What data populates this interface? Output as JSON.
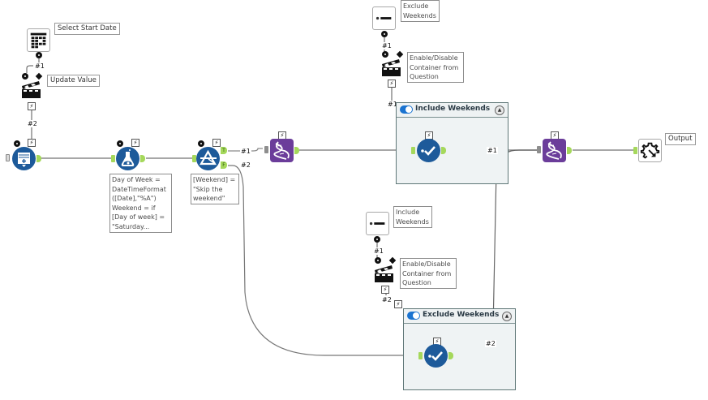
{
  "canvas": {
    "title": "Alteryx workflow canvas",
    "colors": {
      "tool_blue": "#1d5a9a",
      "tool_purple": "#6b3d9a",
      "anchor_green": "#a5d85b",
      "container_bg": "#eff3f4",
      "toggle_blue": "#1a73d0"
    }
  },
  "tools": {
    "date": {
      "icon": "calendar-icon",
      "annotation": "Select Start Date"
    },
    "action1": {
      "icon": "clapperboard-icon",
      "annotation": "Update Value"
    },
    "input": {
      "icon": "text-input-icon"
    },
    "formula": {
      "icon": "formula-flask-icon",
      "annotation": "Day of Week =\nDateTimeFormat\n([Date],\"%A\")\nWeekend = if\n[Day of week] =\n\"Saturday..."
    },
    "filter": {
      "icon": "filter-icon",
      "annotation": "[Weekend] =\n\"Skip the\nweekend\"",
      "true_anchor": "T",
      "false_anchor": "F"
    },
    "union1": {
      "icon": "dna-union-icon"
    },
    "union2": {
      "icon": "dna-union-icon"
    },
    "output": {
      "icon": "macro-output-icon",
      "annotation": "Output"
    },
    "radio1": {
      "icon": "radio-button-icon",
      "annotation": "Exclude\nWeekends"
    },
    "action2": {
      "icon": "clapperboard-icon",
      "annotation": "Enable/Disable\nContainer from\nQuestion"
    },
    "radio2": {
      "icon": "radio-button-icon",
      "annotation": "Include\nWeekends"
    },
    "action3": {
      "icon": "clapperboard-icon",
      "annotation": "Enable/Disable\nContainer from\nQuestion"
    },
    "select1": {
      "icon": "select-check-icon"
    },
    "select2": {
      "icon": "select-check-icon"
    }
  },
  "containers": [
    {
      "title": "Include Weekends",
      "enabled": true
    },
    {
      "title": "Exclude Weekends",
      "enabled": true
    }
  ],
  "connection_labels": {
    "date_to_action": "#1",
    "action_to_input": "#2",
    "filter_true": "#1",
    "filter_false": "#2",
    "action2_to_container": "#1",
    "container1_to_union": "#1",
    "radio2_to_action3": "#1",
    "action3_to_container": "#2",
    "radio1_to_action2": "#1",
    "container2_to_union": "#2"
  },
  "glyphs": {
    "bolt": "⚡",
    "collapse": "▲"
  }
}
